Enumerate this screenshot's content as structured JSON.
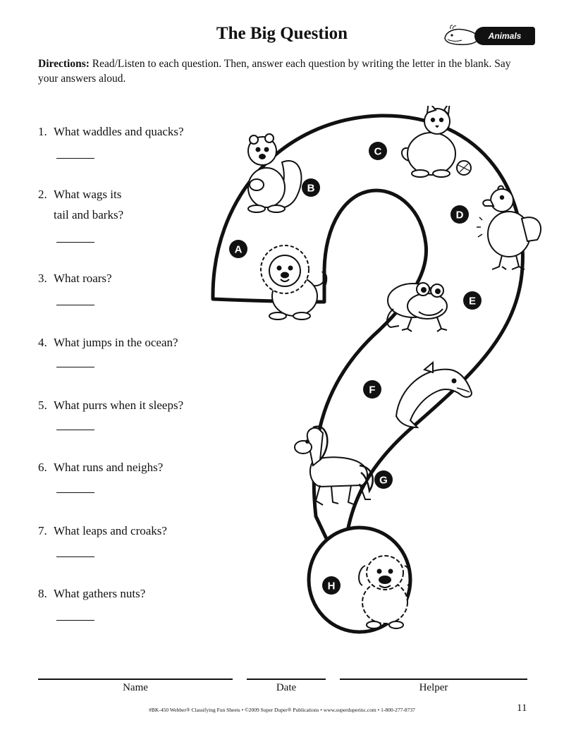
{
  "header": {
    "title": "The Big Question",
    "badge": "Animals"
  },
  "directions": {
    "lead": "Directions:",
    "text": " Read/Listen to each question. Then, answer each question by writing the letter in the blank. Say your answers aloud."
  },
  "questions": [
    {
      "number": "1.",
      "text": "What waddles and quacks?",
      "text2": ""
    },
    {
      "number": "2.",
      "text": "What wags its",
      "text2": "tail and barks?"
    },
    {
      "number": "3.",
      "text": "What roars?",
      "text2": ""
    },
    {
      "number": "4.",
      "text": "What jumps in the ocean?",
      "text2": ""
    },
    {
      "number": "5.",
      "text": "What purrs when it sleeps?",
      "text2": ""
    },
    {
      "number": "6.",
      "text": "What runs and neighs?",
      "text2": ""
    },
    {
      "number": "7.",
      "text": "What leaps and croaks?",
      "text2": ""
    },
    {
      "number": "8.",
      "text": "What gathers nuts?",
      "text2": ""
    }
  ],
  "answer_letters": {
    "a": "A",
    "b": "B",
    "c": "C",
    "d": "D",
    "e": "E",
    "f": "F",
    "g": "G",
    "h": "H"
  },
  "animals": {
    "a": "lion-icon",
    "b": "squirrel-icon",
    "c": "cat-icon",
    "d": "duck-icon",
    "e": "frog-icon",
    "f": "dolphin-icon",
    "g": "horse-icon",
    "h": "dog-icon"
  },
  "signature": {
    "name": "Name",
    "date": "Date",
    "helper": "Helper"
  },
  "footer": {
    "text": "#BK-450 Webber® Classifying Fun Sheets  •  ©2009 Super Duper® Publications  •  www.superduperinc.com  •  1-800-277-8737",
    "page": "11"
  }
}
